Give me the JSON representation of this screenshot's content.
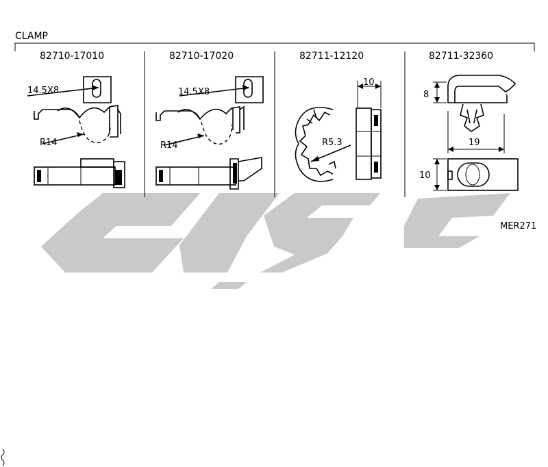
{
  "title": "CLAMP",
  "reference_code": "MER271",
  "parts": [
    {
      "part_number": "82710-17010",
      "slot_label": "14.5X8",
      "radius_label": "R14"
    },
    {
      "part_number": "82710-17020",
      "slot_label": "14.5X8",
      "radius_label": "R14"
    },
    {
      "part_number": "82711-12120",
      "radius_label": "R5.3",
      "width_label": "10"
    },
    {
      "part_number": "82711-32360",
      "height_label": "8",
      "width_label": "19",
      "base_height_label": "10"
    }
  ],
  "colors": {
    "line": "#000000",
    "watermark": "#c9c9c9",
    "background": "#ffffff"
  }
}
